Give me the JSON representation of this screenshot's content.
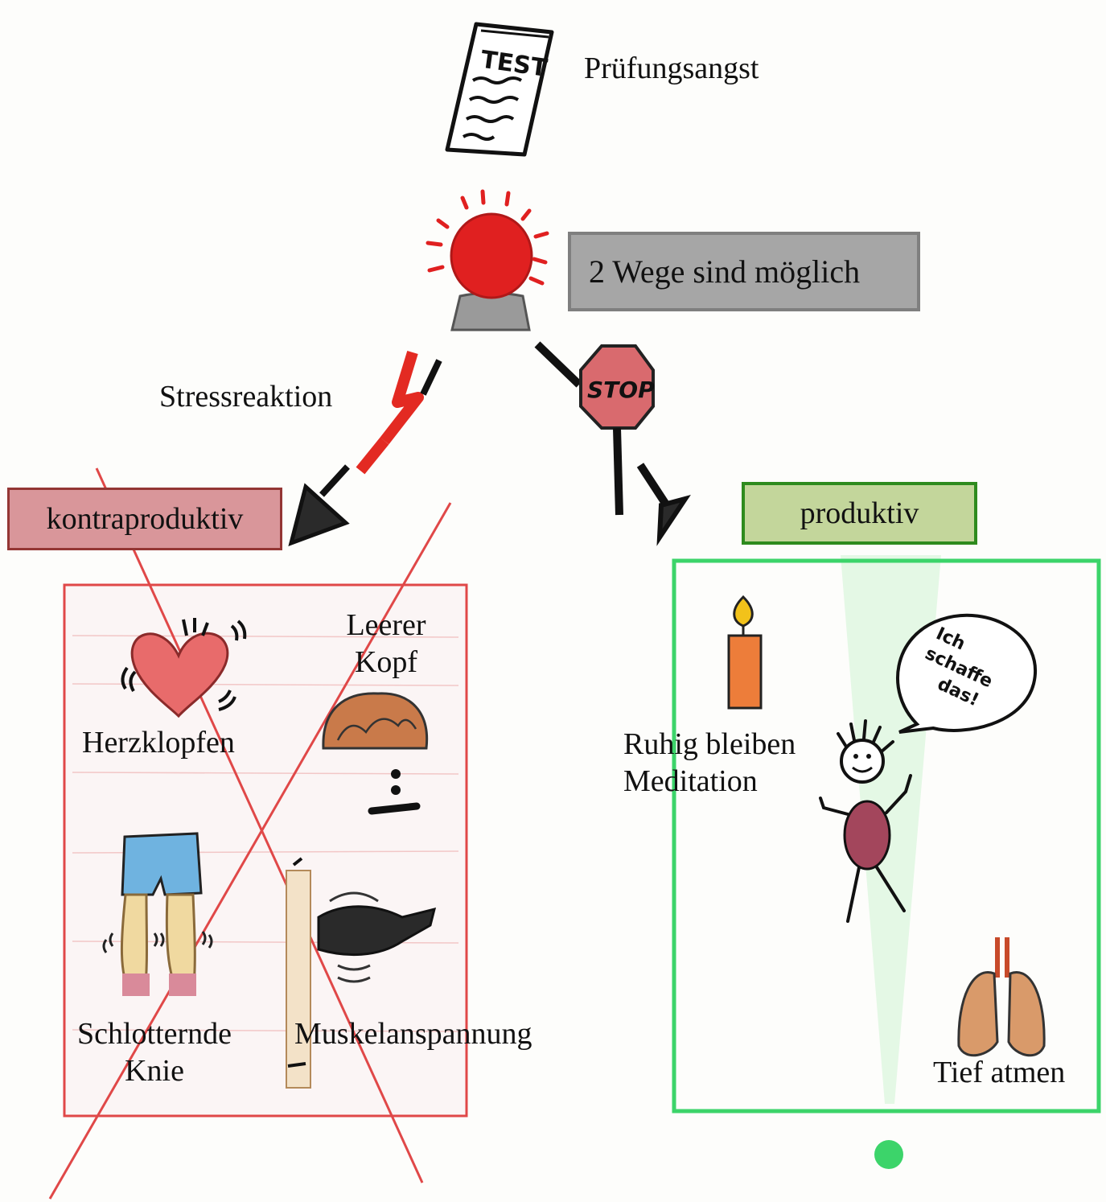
{
  "top": {
    "test_sheet_text": "TEST",
    "title": "Prüfungsangst"
  },
  "alarm": {
    "ways_label": "2 Wege sind möglich"
  },
  "stop_sign_text": "STOP",
  "left_branch": {
    "arrow_label": "Stressreaktion",
    "box_label": "kontraproduktiv",
    "items": {
      "heart": "Herzklopfen",
      "head_line1": "Leerer",
      "head_line2": "Kopf",
      "knees_line1": "Schlotternde",
      "knees_line2": "Knie",
      "muscles": "Muskelanspannung"
    }
  },
  "right_branch": {
    "box_label": "produktiv",
    "items": {
      "calm_line1": "Ruhig bleiben",
      "calm_line2": "Meditation",
      "breathe": "Tief atmen"
    },
    "speech_bubble": {
      "line1": "Ich",
      "line2": "schaffe",
      "line3": "das!"
    }
  },
  "colors": {
    "alarm_red": "#e02020",
    "stress_arrow_red": "#e32a22",
    "contra_box_fill": "#d9969a",
    "contra_box_border": "#943634",
    "prod_box_fill": "#c3d69b",
    "prod_box_border": "#2e8b1e",
    "grey_box_fill": "#a6a6a6",
    "grey_box_border": "#7f7f7f",
    "green_frame": "#3cd46a",
    "red_frame": "#e04848"
  }
}
